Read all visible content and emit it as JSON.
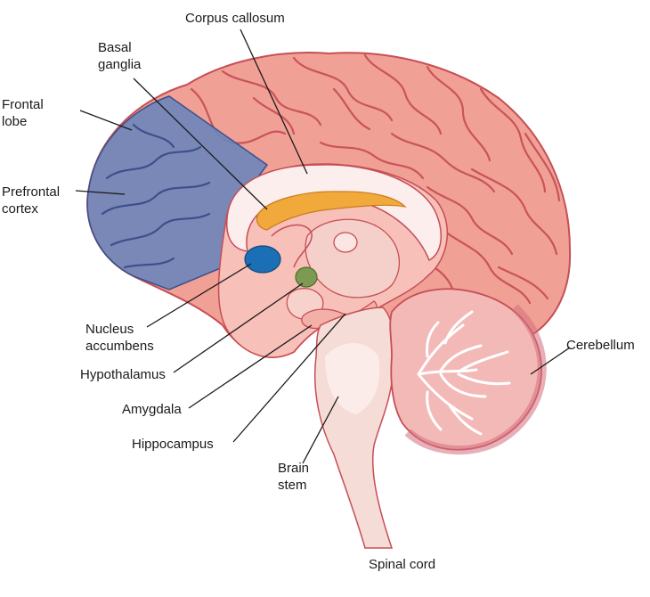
{
  "labels": {
    "corpus_callosum": "Corpus callosum",
    "basal_ganglia_1": "Basal",
    "basal_ganglia_2": "ganglia",
    "frontal_lobe_1": "Frontal",
    "frontal_lobe_2": "lobe",
    "prefrontal_cortex_1": "Prefrontal",
    "prefrontal_cortex_2": "cortex",
    "nucleus_accumbens_1": "Nucleus",
    "nucleus_accumbens_2": "accumbens",
    "hypothalamus": "Hypothalamus",
    "amygdala": "Amygdala",
    "hippocampus": "Hippocampus",
    "brain_stem_1": "Brain",
    "brain_stem_2": "stem",
    "spinal_cord": "Spinal cord",
    "cerebellum": "Cerebellum"
  },
  "colors": {
    "cortex": "#f1a096",
    "cortex_light": "#f7c0b8",
    "frontal_overlay": "#6f86b8",
    "corpus_callosum": "#fbeeec",
    "basal_ganglia": "#f0a93a",
    "nucleus_accumbens": "#1a6fb5",
    "amygdala": "#7c9a52",
    "brainstem": "#f6dcd6",
    "cerebellum": "#f3b9b7",
    "cerebellum_edge": "#d46f80"
  }
}
